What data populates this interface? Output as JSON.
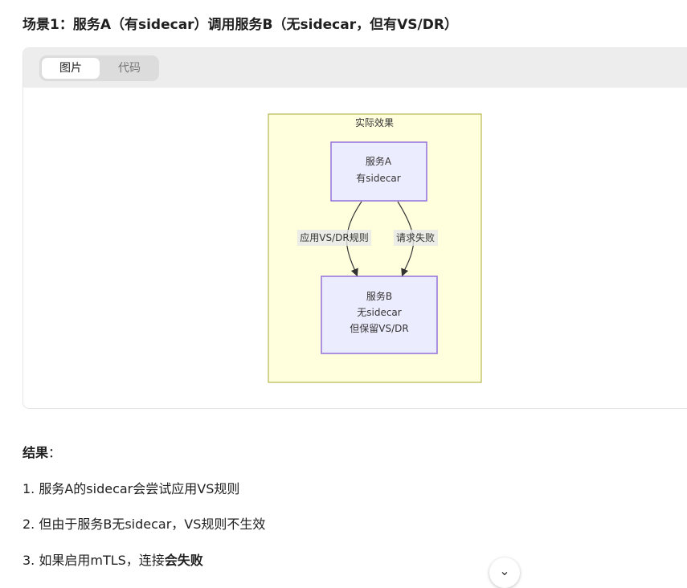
{
  "heading": "场景1：服务A（有sidecar）调用服务B（无sidecar，但有VS/DR）",
  "tabs": [
    {
      "label": "图片",
      "active": true
    },
    {
      "label": "代码",
      "active": false
    }
  ],
  "diagram": {
    "subgraph_title": "实际效果",
    "node_a": {
      "line1": "服务A",
      "line2": "有sidecar"
    },
    "node_b": {
      "line1": "服务B",
      "line2": "无sidecar",
      "line3": "但保留VS/DR"
    },
    "edges": [
      {
        "label": "应用VS/DR规则"
      },
      {
        "label": "请求失败"
      }
    ],
    "colors": {
      "subgraph_fill": "#ffffde",
      "subgraph_border": "#aaaa33",
      "node_fill": "#ececff",
      "node_border": "#9370db"
    }
  },
  "result": {
    "label": "结果",
    "colon": "：",
    "items": [
      {
        "text": "1. 服务A的sidecar会尝试应用VS规则"
      },
      {
        "text": "2. 但由于服务B无sidecar，VS规则不生效"
      },
      {
        "text": "3. 如果启用mTLS，连接",
        "bold": "会失败"
      }
    ]
  },
  "scroll_button": {
    "icon": "chevron-down-icon",
    "glyph": "⌄"
  }
}
